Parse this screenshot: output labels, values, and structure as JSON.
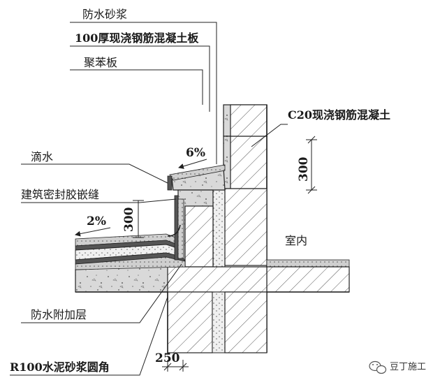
{
  "labels": {
    "top_mortar": "防水砂浆",
    "slab": "100厚现浇钢筋混凝土板",
    "eps": "聚苯板",
    "drip": "滴水",
    "sealant": "建筑密封胶嵌缝",
    "waterproof_extra": "防水附加层",
    "fillet": "R100水泥砂浆圆角",
    "concrete": "C20现浇钢筋混凝土",
    "indoor": "室内"
  },
  "dims": {
    "slope_top": "6%",
    "slope_roof": "2%",
    "height_upturn": "300",
    "height_c20": "300",
    "width_bottom": "250"
  },
  "watermark": {
    "text": "豆丁施工",
    "icon": "wechat-icon"
  }
}
